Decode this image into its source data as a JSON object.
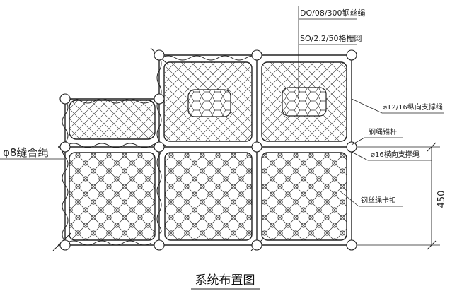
{
  "labels": {
    "wire_rope": "DO/08/300钢丝绳",
    "grid_net": "SO/2.2/50格栅网",
    "long_support": "⌀12/16纵向支撑绳",
    "anchor_rod": "钢绳锚杆",
    "trans_support": "⌀16横向支撑绳",
    "clip": "钢丝绳卡扣",
    "stitch_rope": "φ8缝合绳",
    "dimension": "450",
    "caption": "系统布置图"
  }
}
